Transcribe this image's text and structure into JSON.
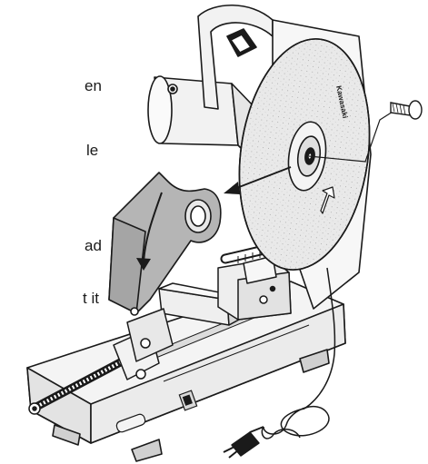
{
  "text_fragments": [
    "en",
    "le",
    "ad",
    "t it"
  ],
  "brand_label": "Kawasaki",
  "colors": {
    "outline": "#1a1a1a",
    "guard_fill": "#b5b5b5",
    "blade_fill": "#e9e9e9",
    "body_fill": "#f4f4f4",
    "arrow": "#1a1a1a",
    "background": "#ffffff"
  },
  "icons": [
    "blade-bolt-icon",
    "removal-arrow-icon",
    "swing-arrow-icon",
    "rotation-arrow-icon",
    "power-plug-icon"
  ]
}
